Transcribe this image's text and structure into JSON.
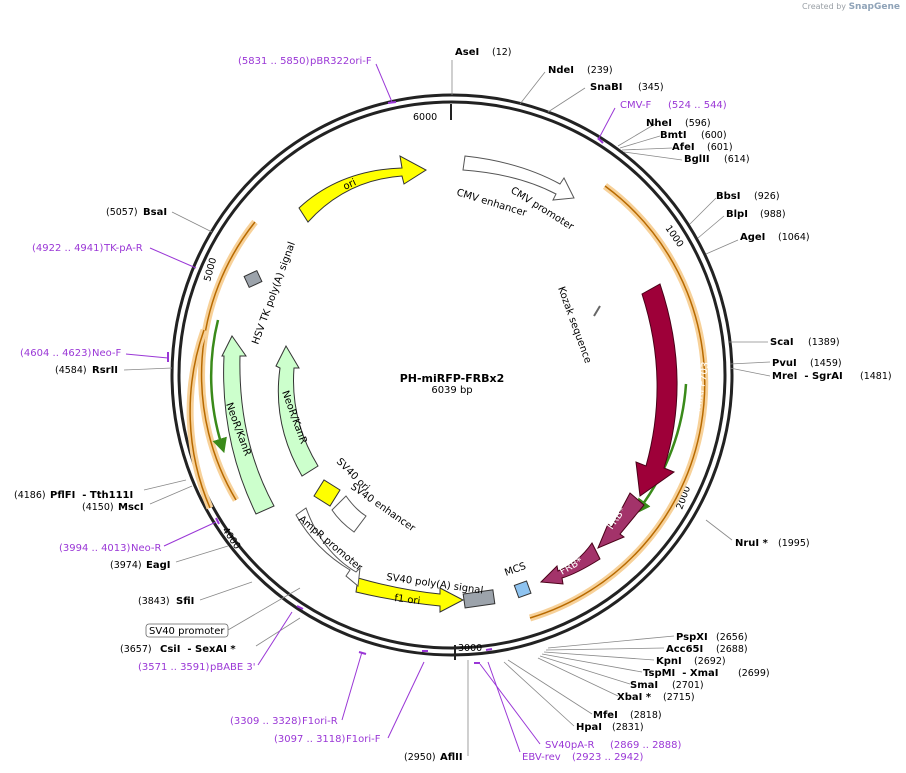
{
  "brand": {
    "prefix": "Created by",
    "name": "SnapGene"
  },
  "plasmid": {
    "name": "PH-miRFP-FRBx2",
    "size_label": "6039 bp"
  },
  "ruler": [
    "1000",
    "2000",
    "3000",
    "4000",
    "5000",
    "6000"
  ],
  "enzymes": [
    {
      "name": "AseI",
      "pos": "(12)"
    },
    {
      "name": "NdeI",
      "pos": "(239)"
    },
    {
      "name": "SnaBI",
      "pos": "(345)"
    },
    {
      "name": "NheI",
      "pos": "(596)"
    },
    {
      "name": "BmtI",
      "pos": "(600)"
    },
    {
      "name": "AfeI",
      "pos": "(601)"
    },
    {
      "name": "BglII",
      "pos": "(614)"
    },
    {
      "name": "BbsI",
      "pos": "(926)"
    },
    {
      "name": "BlpI",
      "pos": "(988)"
    },
    {
      "name": "AgeI",
      "pos": "(1064)"
    },
    {
      "name": "ScaI",
      "pos": "(1389)"
    },
    {
      "name": "PvuI",
      "pos": "(1459)"
    },
    {
      "name": "MreI  - SgrAI",
      "pos": "(1481)"
    },
    {
      "name": "NruI *",
      "pos": "(1995)"
    },
    {
      "name": "PspXI",
      "pos": "(2656)"
    },
    {
      "name": "Acc65I",
      "pos": "(2688)"
    },
    {
      "name": "KpnI",
      "pos": "(2692)"
    },
    {
      "name": "TspMI  - XmaI",
      "pos": "(2699)"
    },
    {
      "name": "SmaI",
      "pos": "(2701)"
    },
    {
      "name": "XbaI *",
      "pos": "(2715)"
    },
    {
      "name": "MfeI",
      "pos": "(2818)"
    },
    {
      "name": "HpaI",
      "pos": "(2831)"
    },
    {
      "name": "AflII",
      "pos": "(2950)"
    },
    {
      "name": "CsiI  - SexAI *",
      "pos": "(3657)"
    },
    {
      "name": "SfiI",
      "pos": "(3843)"
    },
    {
      "name": "EagI",
      "pos": "(3974)"
    },
    {
      "name": "MscI",
      "pos": "(4150)"
    },
    {
      "name": "PflFI  - Tth111I",
      "pos": "(4186)"
    },
    {
      "name": "RsrII",
      "pos": "(4584)"
    },
    {
      "name": "BsaI",
      "pos": "(5057)"
    }
  ],
  "primers": [
    {
      "range": "(5831 .. 5850)",
      "name": "pBR322ori-F"
    },
    {
      "range": "(524 .. 544)",
      "name": "CMV-F"
    },
    {
      "range": "(4922 .. 4941)",
      "name": "TK-pA-R"
    },
    {
      "range": "(4604 .. 4623)",
      "name": "Neo-F"
    },
    {
      "range": "(3994 .. 4013)",
      "name": "Neo-R"
    },
    {
      "range": "(3571 .. 3591)",
      "name": "pBABE 3'"
    },
    {
      "range": "(3309 .. 3328)",
      "name": "F1ori-R"
    },
    {
      "range": "(3097 .. 3118)",
      "name": "F1ori-F"
    },
    {
      "range": "(2869 .. 2888)",
      "name": "SV40pA-R"
    },
    {
      "range": "(2923 .. 2942)",
      "name": "EBV-rev"
    }
  ],
  "sv40_promoter_box": "SV40 promoter",
  "features": {
    "ori": "ori",
    "cmv_enhancer": "CMV enhancer",
    "cmv_promoter": "CMV promoter",
    "kozak": "Kozak sequence",
    "mirfp": "miRFP703",
    "frb1": "FRB*",
    "frb2": "FRB*",
    "mcs": "MCS",
    "sv40_polya": "SV40 poly(A) signal",
    "f1_ori": "f1 ori",
    "ampr_promoter": "AmpR promoter",
    "sv40_ori": "SV40 ori",
    "sv40_enhancer": "SV40 enhancer",
    "neor_inner": "NeoR/KanR",
    "neor_outer": "NeoR/KanR",
    "hsv_tk": "HSV TK poly(A) signal"
  },
  "colors": {
    "backbone": "#222222",
    "ori": "#ffff00",
    "mirfp": "#9e0039",
    "frb": "#a3336a",
    "neor": "#ccffcc",
    "orf_orange": "#f5a623",
    "orf_green": "#3a8a1a",
    "primer": "#9a37d6",
    "polya": "#9ca3ab",
    "mcs": "#8ec3f0"
  }
}
